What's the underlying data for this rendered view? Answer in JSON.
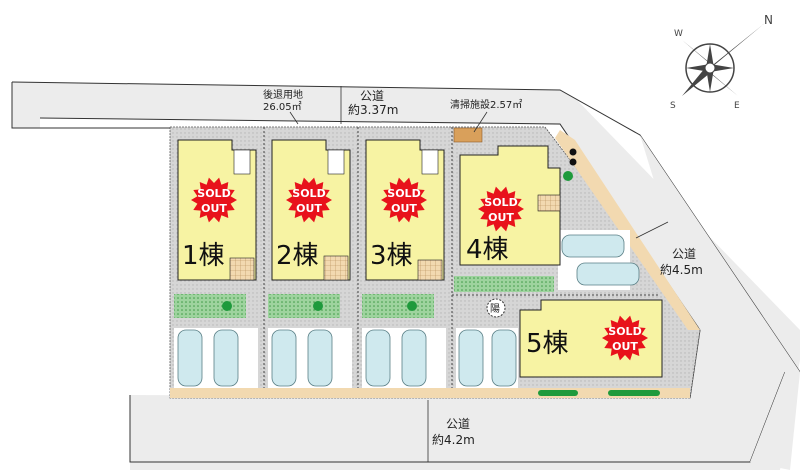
{
  "labels": {
    "setback": "後退用地",
    "setback_area": "26.05㎡",
    "road_top": "公道",
    "road_top_width": "約3.37m",
    "cleaning": "清掃施設2.57㎡",
    "road_right": "公道",
    "road_right_width": "約4.5m",
    "road_bottom": "公道",
    "road_bottom_width": "約4.2m",
    "sun": "陽"
  },
  "compass": {
    "n": "N",
    "e": "E",
    "s": "S",
    "w": "W"
  },
  "lots": [
    {
      "name": "1棟",
      "status1": "SOLD",
      "status2": "OUT"
    },
    {
      "name": "2棟",
      "status1": "SOLD",
      "status2": "OUT"
    },
    {
      "name": "3棟",
      "status1": "SOLD",
      "status2": "OUT"
    },
    {
      "name": "4棟",
      "status1": "SOLD",
      "status2": "OUT"
    },
    {
      "name": "5棟",
      "status1": "SOLD",
      "status2": "OUT"
    }
  ],
  "colors": {
    "house": "#f7f3a3",
    "sold": "#e8121b",
    "road": "#ececec",
    "pave": "#d4d4d4",
    "lawn": "#8fc98f",
    "car": "#cfe9ee"
  }
}
